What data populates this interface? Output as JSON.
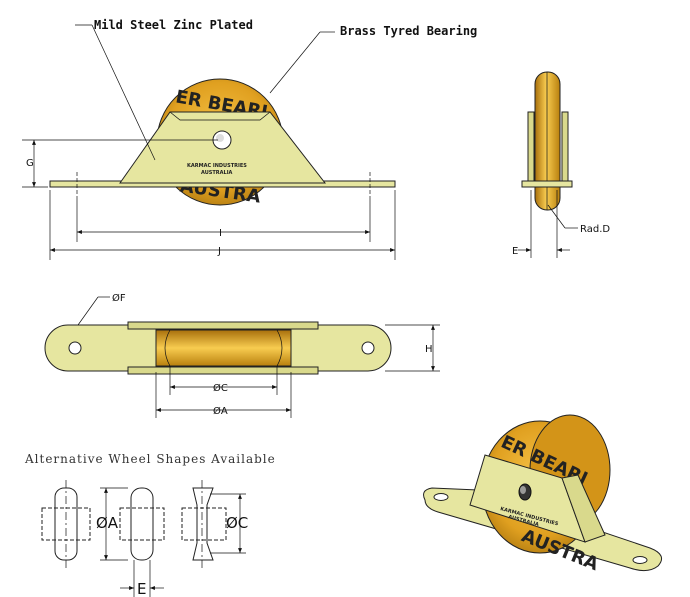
{
  "callouts": {
    "material_body": "Mild Steel Zinc Plated",
    "material_wheel": "Brass Tyred Bearing"
  },
  "wheel_text": {
    "top": "ER  BEARI",
    "bottom": "AUSTRA"
  },
  "plate_text": {
    "line1": "KARMAC INDUSTRIES",
    "line2": "AUSTRALIA"
  },
  "dimensions": {
    "G": "G",
    "I": "I",
    "J": "J",
    "E": "E",
    "rad_d": "Rad.D",
    "f": "ØF",
    "h": "H",
    "c": "ØC",
    "a": "ØA"
  },
  "alternatives": {
    "title": "Alternative Wheel Shapes Available",
    "a": "ØA",
    "c": "ØC",
    "e": "E"
  }
}
